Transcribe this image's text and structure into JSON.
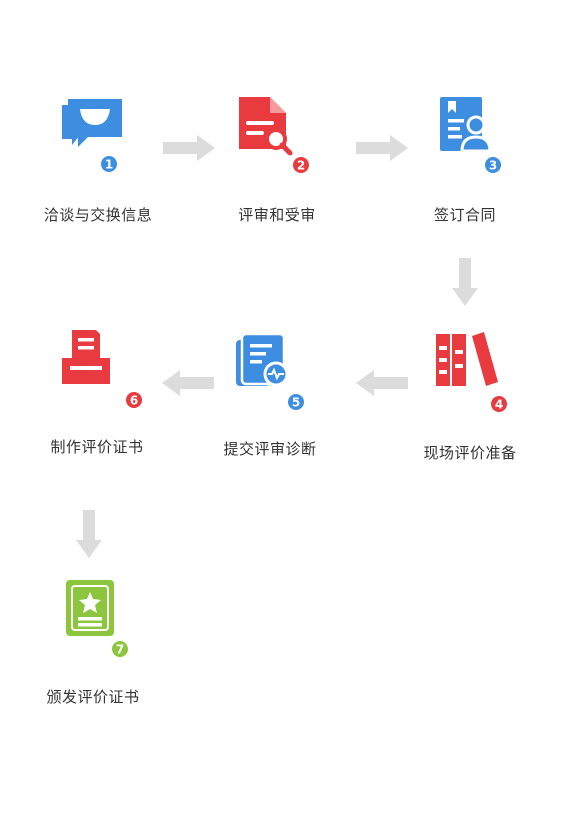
{
  "colors": {
    "blue": "#3D8EE0",
    "red": "#E83A3F",
    "green": "#8CC63F",
    "arrow": "#DCDCDC",
    "text": "#333333"
  },
  "steps": [
    {
      "number": "1",
      "label": "洽谈与交换信息",
      "icon": "chat-bubbles-icon",
      "color": "blue"
    },
    {
      "number": "2",
      "label": "评审和受审",
      "icon": "document-search-icon",
      "color": "red"
    },
    {
      "number": "3",
      "label": "签订合同",
      "icon": "contract-user-icon",
      "color": "blue"
    },
    {
      "number": "4",
      "label": "现场评价准备",
      "icon": "books-icon",
      "color": "red"
    },
    {
      "number": "5",
      "label": "提交评审诊断",
      "icon": "document-diagnosis-icon",
      "color": "blue"
    },
    {
      "number": "6",
      "label": "制作评价证书",
      "icon": "printer-icon",
      "color": "red"
    },
    {
      "number": "7",
      "label": "颁发评价证书",
      "icon": "certificate-icon",
      "color": "green"
    }
  ]
}
